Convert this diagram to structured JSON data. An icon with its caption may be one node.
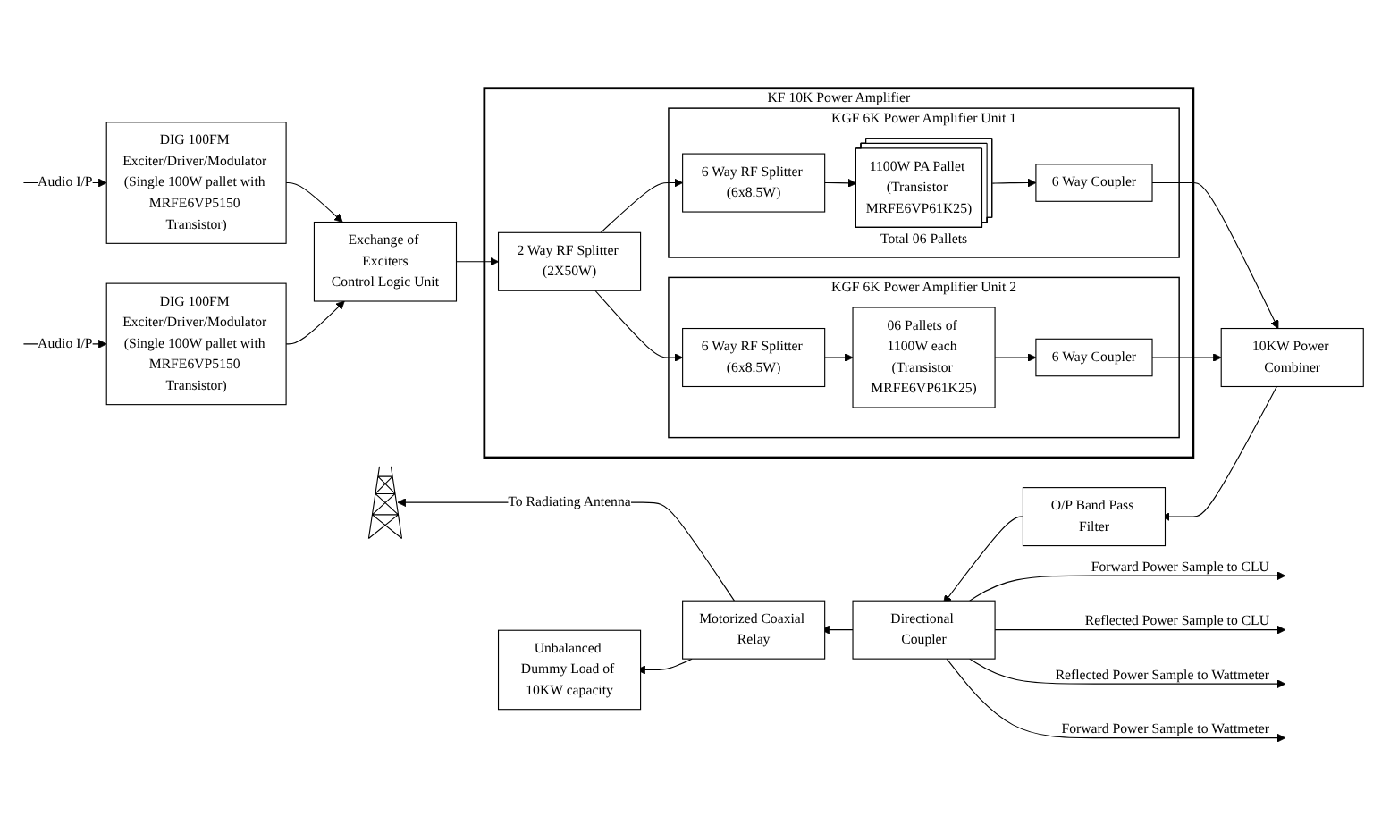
{
  "diagram": {
    "nodes": [
      {
        "text": [
          "DIG 100FM Exciter/Driver/Modulator (Single 100W pallet with MRFE6VP5150 Transistor)"
        ]
      },
      {
        "text": [
          "Exchange of Exciters",
          "Control Logic Unit"
        ]
      },
      {
        "text": [
          "DIG 100FM Exciter/Driver/Modulator (Single 100W pallet with MRFE6VP5150 Transistor)"
        ]
      },
      {
        "text": [
          "KF 10K Power Amplifier"
        ]
      },
      {
        "text": [
          "KGF 6K Power Amplifier Unit 1"
        ],
        "in": 3
      },
      {
        "text": [
          "6 Way RF Splitter (6x8.5W)"
        ],
        "in": 4
      },
      {
        "text": [
          "1100W PA Pallet (Transistor MRFE6VP61K25)"
        ],
        "beside": [
          "Total 06 Pallets"
        ],
        "in": 4
      },
      {
        "text": [
          "6 Way Coupler"
        ],
        "in": 4
      },
      {
        "text": [
          "2 Way RF Splitter (2X50W)"
        ],
        "in": 3
      },
      {
        "text": [
          "KGF 6K Power Amplifier Unit 2"
        ],
        "in": 3
      },
      {
        "text": [
          "6 Way RF Splitter (6x8.5W)"
        ],
        "in": 9
      },
      {
        "text": [
          "06 Pallets of 1100W each (Transistor MRFE6VP61K25)"
        ],
        "in": 9
      },
      {
        "text": [
          "6 Way Coupler"
        ],
        "in": 9
      },
      {
        "text": [
          "10KW Power Combiner"
        ]
      },
      {
        "text": [],
        "shape": "picture"
      },
      {
        "text": [
          "Motorized Coaxial Relay"
        ]
      },
      {
        "text": [
          "Directional Coupler"
        ]
      },
      {
        "text": [
          "O/P Band Pass Filter"
        ]
      },
      {
        "text": [
          "Unbalanced Dummy Load of 10KW capacity"
        ]
      }
    ],
    "edges": [
      {
        "from": null,
        "to": 0,
        "arrow": "to",
        "label": "Audio I/P"
      },
      {
        "from": null,
        "to": 2,
        "arrow": "to",
        "label": "Audio I/P"
      },
      {
        "from": 0,
        "to": 1,
        "arrow": "to"
      },
      {
        "from": 2,
        "to": 1,
        "arrow": "to"
      },
      {
        "from": 1,
        "to": 8,
        "arrow": "to"
      },
      {
        "from": 8,
        "to": 5,
        "arrow": "to"
      },
      {
        "from": 8,
        "to": 10,
        "arrow": "to"
      },
      {
        "from": 5,
        "to": 6,
        "arrow": "to"
      },
      {
        "from": 6,
        "to": 7,
        "arrow": "to"
      },
      {
        "from": 10,
        "to": 11,
        "arrow": "to"
      },
      {
        "from": 11,
        "to": 12,
        "arrow": "to"
      },
      {
        "from": 7,
        "to": 13,
        "arrow": "to"
      },
      {
        "from": 12,
        "to": 13,
        "arrow": "to"
      },
      {
        "from": 13,
        "to": 17,
        "arrow": "to"
      },
      {
        "from": 17,
        "to": 16,
        "arrow": "to"
      },
      {
        "from": 16,
        "to": 15,
        "arrow": "to"
      },
      {
        "from": 15,
        "to": 14,
        "arrow": "to",
        "label": "To Radiating Antenna"
      },
      {
        "from": 15,
        "to": 18,
        "arrow": "to"
      },
      {
        "from": 16,
        "to": null,
        "arrow": "to",
        "label": "Forward Power Sample to CLU"
      },
      {
        "from": 16,
        "to": null,
        "arrow": "to",
        "label": "Reflected Power Sample to CLU"
      },
      {
        "from": 16,
        "to": null,
        "arrow": "to",
        "label": "Reflected Power Sample to Wattmeter"
      },
      {
        "from": 16,
        "to": null,
        "arrow": "to",
        "label": "Forward Power Sample to Wattmeter"
      }
    ]
  }
}
